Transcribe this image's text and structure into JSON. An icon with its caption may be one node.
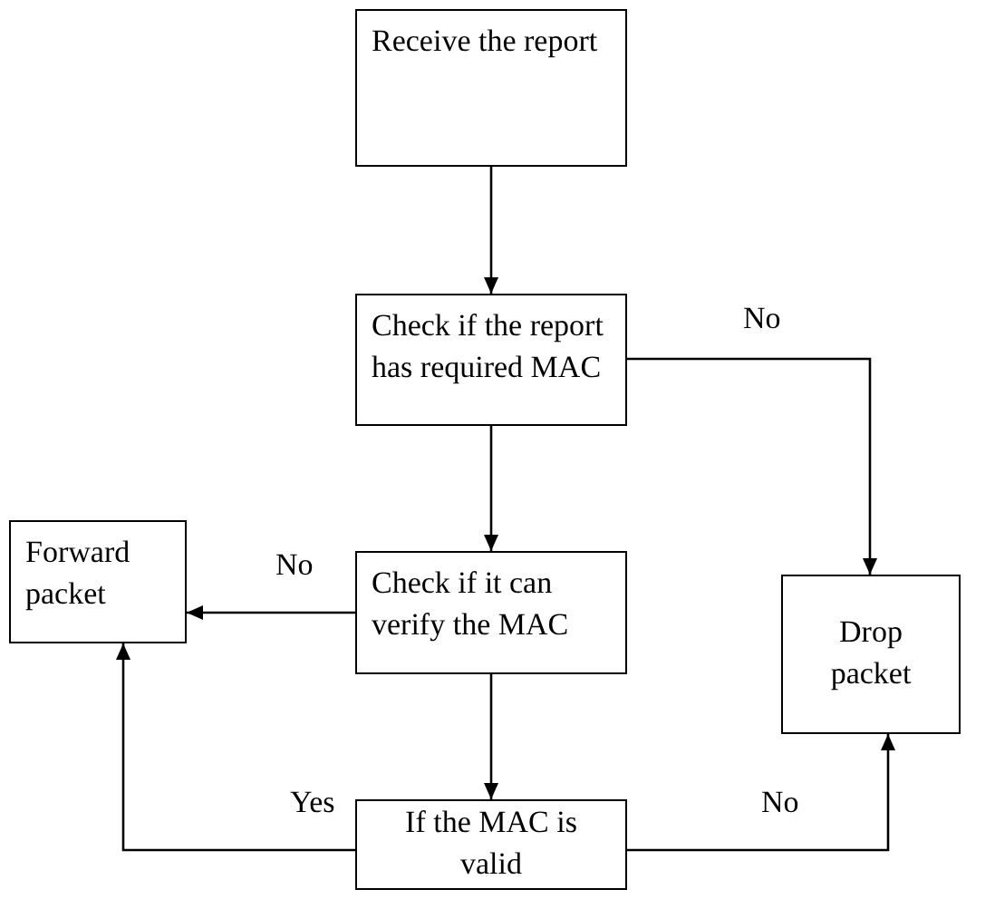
{
  "diagram": {
    "nodes": [
      {
        "text": [
          "Receive the report"
        ]
      },
      {
        "text": [
          "Check if the report has required MAC"
        ]
      },
      {
        "text": [
          "Forward packet"
        ]
      },
      {
        "text": [
          "Check if it can verify the MAC"
        ]
      },
      {
        "text": [
          "Drop packet"
        ]
      },
      {
        "text": [
          "If the MAC is valid"
        ]
      }
    ],
    "edges": [
      {
        "from": 0,
        "to": 1,
        "arrow": "to"
      },
      {
        "from": 1,
        "to": 4,
        "arrow": "to",
        "label": "No"
      },
      {
        "from": 1,
        "to": 3,
        "arrow": "to"
      },
      {
        "from": 3,
        "to": 2,
        "arrow": "to",
        "label": "No"
      },
      {
        "from": 3,
        "to": 5,
        "arrow": "to"
      },
      {
        "from": 5,
        "to": 2,
        "arrow": "to",
        "label": "Yes"
      },
      {
        "from": 5,
        "to": 4,
        "arrow": "to",
        "label": "No"
      }
    ]
  }
}
